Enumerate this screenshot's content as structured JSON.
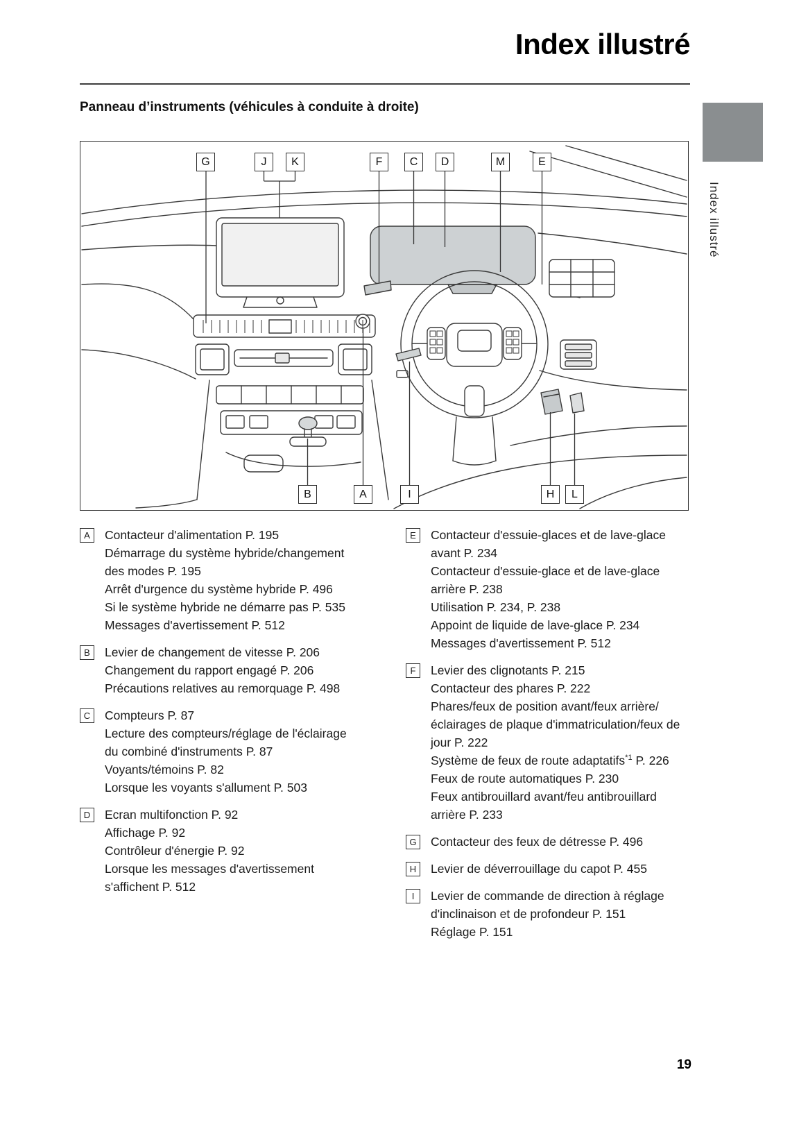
{
  "page": {
    "title": "Index illustré",
    "section_heading": "Panneau d’instruments (véhicules à conduite à droite)",
    "sidebar_tab": "Index illustré",
    "page_number": "19"
  },
  "colors": {
    "chapter_tab": "#8a8e90",
    "illustration_gray": "#cdd1d3",
    "line": "#333333"
  },
  "diagram": {
    "top_callouts": [
      "G",
      "J",
      "K",
      "F",
      "C",
      "D",
      "M",
      "E"
    ],
    "bottom_callouts": [
      "B",
      "A",
      "I",
      "H",
      "L"
    ]
  },
  "index": {
    "columns": [
      {
        "entries": [
          {
            "letter": "A",
            "items": [
              "Contacteur d'alimentation P. 195",
              "Démarrage du système hybride/changement des modes P. 195",
              "Arrêt d'urgence du système hybride P. 496",
              "Si le système hybride ne démarre pas P. 535",
              "Messages d'avertissement P. 512"
            ]
          },
          {
            "letter": "B",
            "items": [
              "Levier de changement de vitesse P. 206",
              "Changement du rapport engagé P. 206",
              "Précautions relatives au remorquage P. 498"
            ]
          },
          {
            "letter": "C",
            "items": [
              "Compteurs P. 87",
              "Lecture des compteurs/réglage de l'éclairage du combiné d'instruments P. 87",
              "Voyants/témoins P. 82",
              "Lorsque les voyants s'allument P. 503"
            ]
          },
          {
            "letter": "D",
            "items": [
              "Ecran multifonction P. 92",
              "Affichage P. 92",
              "Contrôleur d'énergie P. 92",
              "Lorsque les messages d'avertissement s'affichent P. 512"
            ]
          }
        ]
      },
      {
        "entries": [
          {
            "letter": "E",
            "items": [
              "Contacteur d'essuie-glaces et de lave-glace avant P. 234",
              "Contacteur d'essuie-glace et de lave-glace arrière P. 238",
              "Utilisation P. 234, P. 238",
              "Appoint de liquide de lave-glace P. 234",
              "Messages d'avertissement P. 512"
            ]
          },
          {
            "letter": "F",
            "items": [
              "Levier des clignotants P. 215",
              "Contacteur des phares P. 222",
              "Phares/feux de position avant/feux arrière/éclairages de plaque d'immatriculation/feux de jour P. 222",
              "Système de feux de route adaptatifs*1 P. 226",
              "Feux de route automatiques P. 230",
              "Feux antibrouillard avant/feu antibrouillard arrière P. 233"
            ]
          },
          {
            "letter": "G",
            "items": [
              "Contacteur des feux de détresse P. 496"
            ]
          },
          {
            "letter": "H",
            "items": [
              "Levier de déverrouillage du capot P. 455"
            ]
          },
          {
            "letter": "I",
            "items": [
              "Levier de commande de direction à réglage d'inclinaison et de profondeur P. 151",
              "Réglage P. 151"
            ]
          }
        ]
      }
    ]
  }
}
